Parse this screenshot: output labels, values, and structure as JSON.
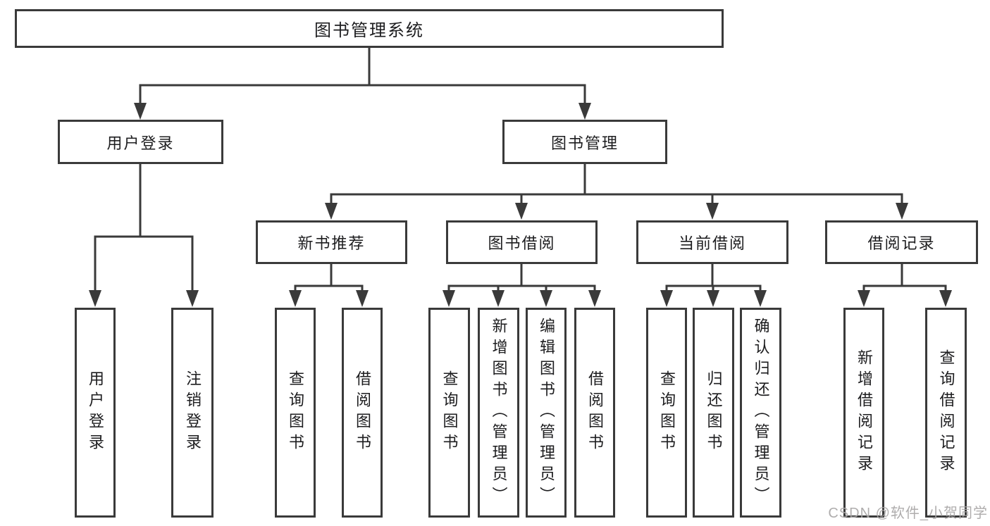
{
  "diagram_type": "functional-structure-tree",
  "colors": {
    "line": "#3a3a3a",
    "box_border": "#3a3a3a",
    "text": "#1d1d1f",
    "background": "#ffffff",
    "watermark": "#a8a6a6"
  },
  "tree": {
    "label": "图书管理系统",
    "children": [
      {
        "label": "用户登录",
        "children": [
          {
            "label": "用户登录"
          },
          {
            "label": "注销登录"
          }
        ]
      },
      {
        "label": "图书管理",
        "children": [
          {
            "label": "新书推荐",
            "children": [
              {
                "label": "查询图书"
              },
              {
                "label": "借阅图书"
              }
            ]
          },
          {
            "label": "图书借阅",
            "children": [
              {
                "label": "查询图书"
              },
              {
                "label": "新增图书（管理员）"
              },
              {
                "label": "编辑图书（管理员）"
              },
              {
                "label": "借阅图书"
              }
            ]
          },
          {
            "label": "当前借阅",
            "children": [
              {
                "label": "查询图书"
              },
              {
                "label": "归还图书"
              },
              {
                "label": "确认归还（管理员）"
              }
            ]
          },
          {
            "label": "借阅记录",
            "children": [
              {
                "label": "新增借阅记录"
              },
              {
                "label": "查询借阅记录"
              }
            ]
          }
        ]
      }
    ]
  },
  "watermark": {
    "text": "CSDN @软件_小贺同学"
  }
}
